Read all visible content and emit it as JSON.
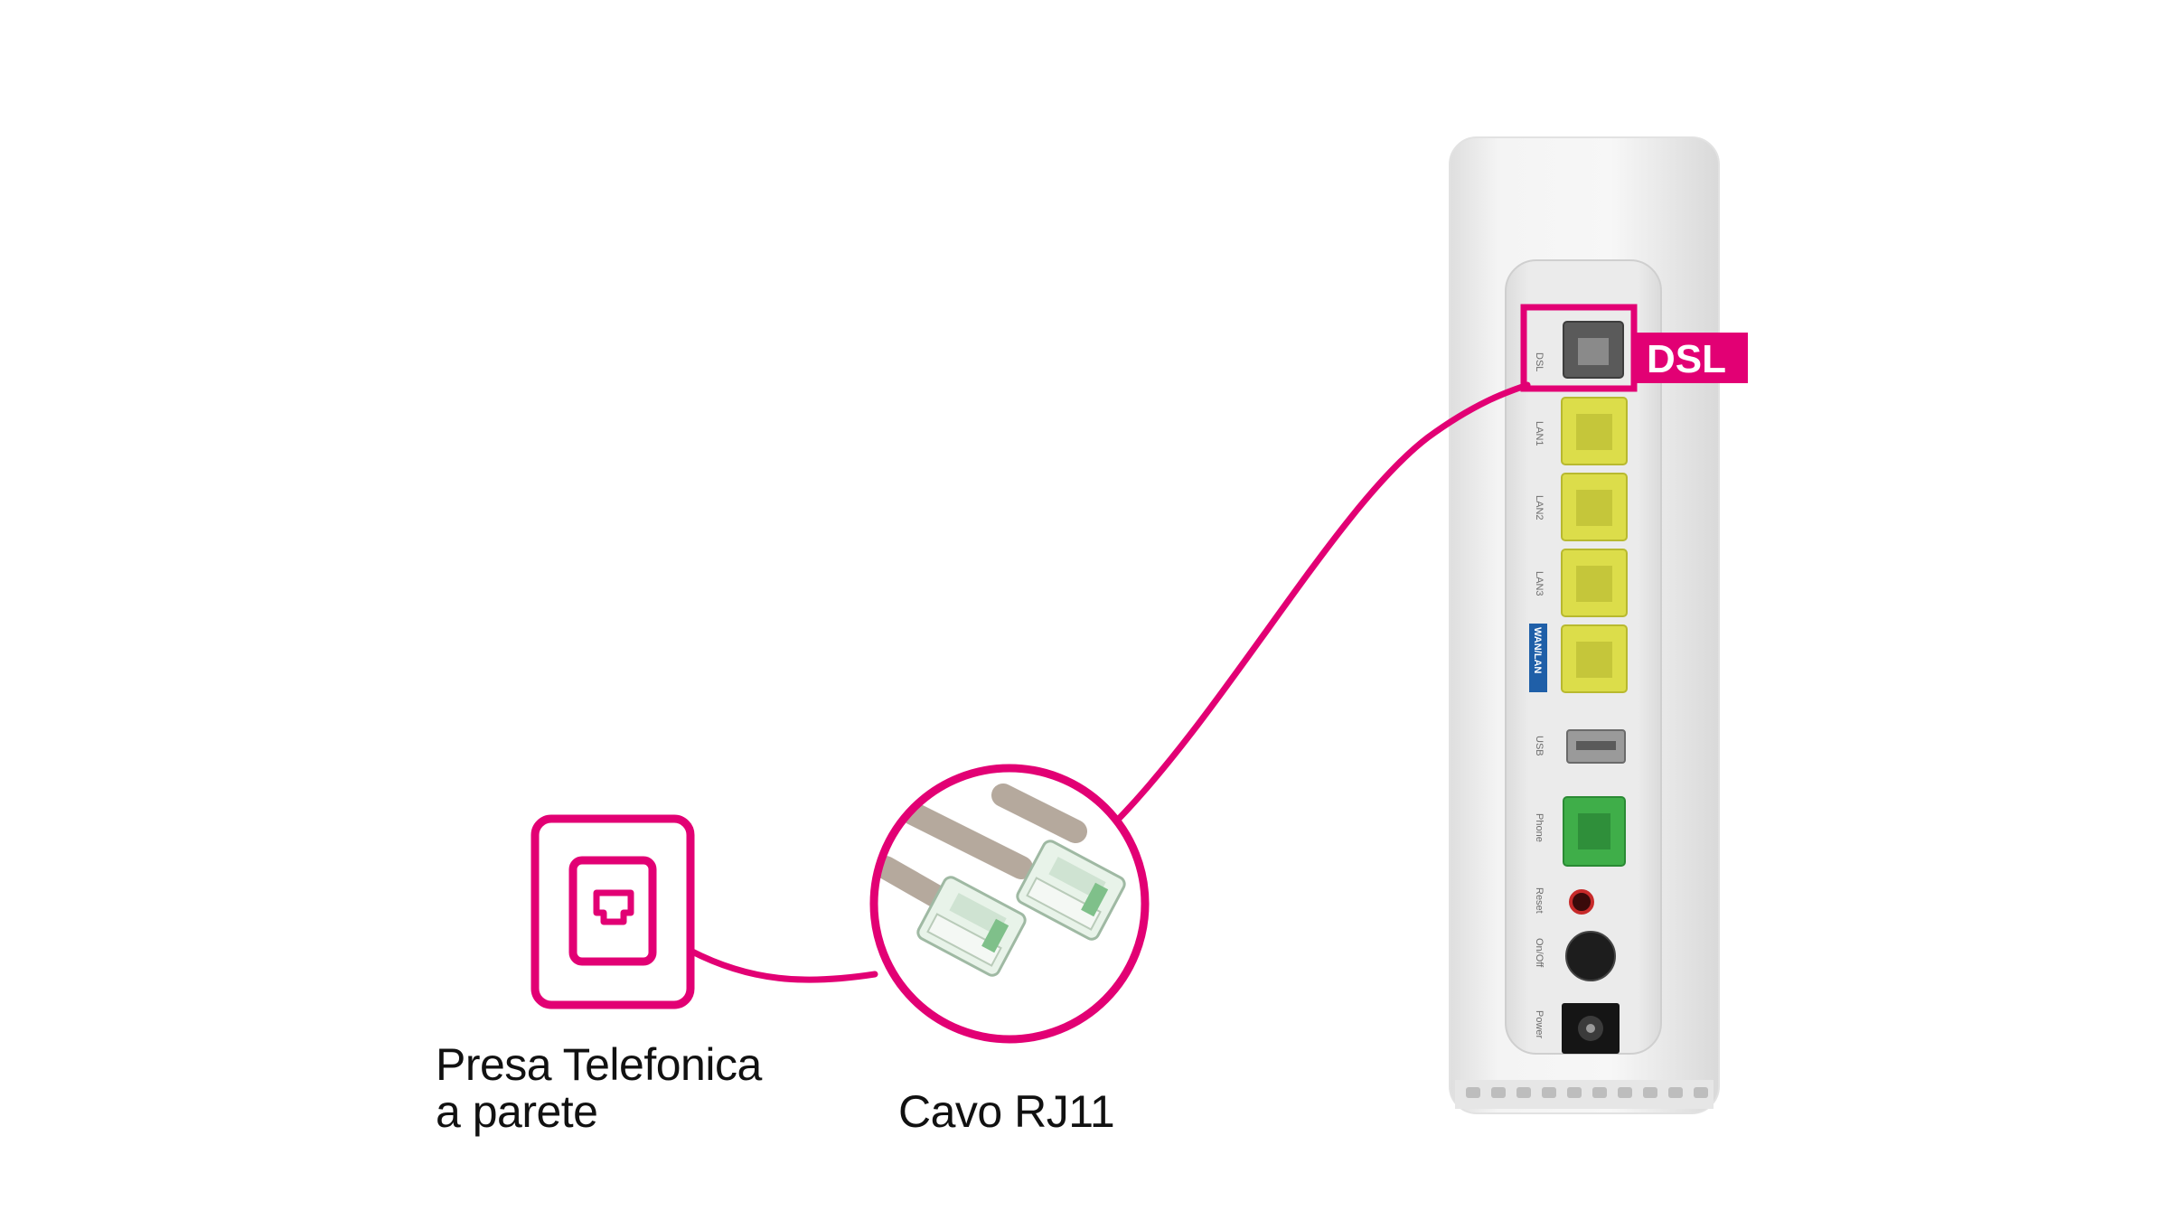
{
  "labels": {
    "wall_socket": [
      "Presa Telefonica",
      "a parete"
    ],
    "cable": "Cavo RJ11",
    "dsl_badge": "DSL"
  },
  "router_ports": {
    "dsl": "DSL",
    "lan1": "LAN1",
    "lan2": "LAN2",
    "lan3": "LAN3",
    "wan": "WAN/LAN",
    "usb": "USB",
    "phone": "Phone",
    "reset": "Reset",
    "onoff": "On/Off",
    "power": "Power"
  },
  "colors": {
    "accent": "#E20074",
    "lan_port": "#DCDD4A",
    "phone_port": "#3FAE49",
    "wan_tag": "#1F5FA8",
    "router_body": "#F1F1F1",
    "cable": "#B5A99D"
  }
}
